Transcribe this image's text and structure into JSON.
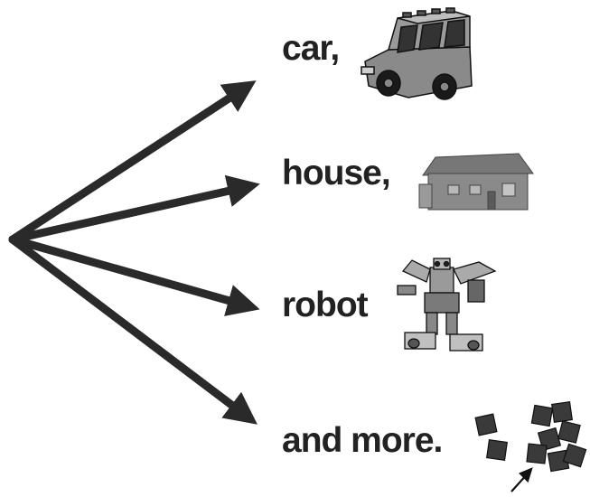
{
  "labels": {
    "car": "car,",
    "house": "house,",
    "robot": "robot",
    "more": "and more."
  },
  "colors": {
    "arrow": "#2a2a2a",
    "text": "#222222",
    "brick": "#3a3a3a",
    "house": "#7a7a7a"
  },
  "icons": [
    "lego-car-icon",
    "lego-house-icon",
    "lego-robot-icon",
    "loose-bricks-icon",
    "pointer-arrow-icon"
  ]
}
